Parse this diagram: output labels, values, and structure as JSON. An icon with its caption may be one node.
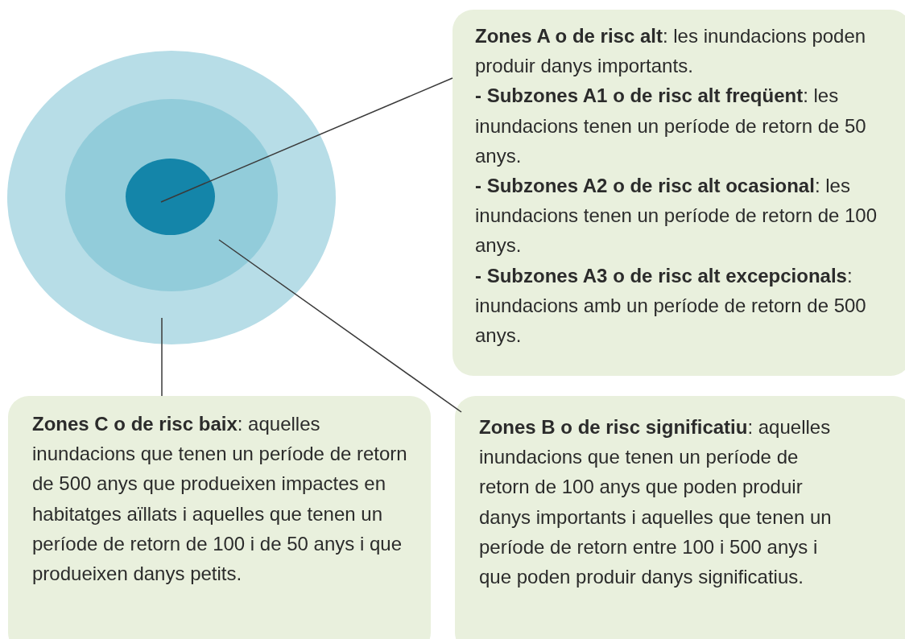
{
  "diagram": {
    "nodes": [
      {
        "text": [],
        "shape": "circle"
      },
      {
        "text": [],
        "shape": "circle",
        "in": 0
      },
      {
        "text": [],
        "shape": "circle",
        "in": 1
      },
      {
        "text": [
          "**Zones A o de risc alt**: les inundacions poden produir danys importants.",
          "**- Subzones A1 o de risc alt freqüent**: les inundacions tenen un període de retorn de 50 anys.",
          "**- Subzones A2 o de risc alt ocasional**: les inundacions tenen un període de retorn de 100 anys.",
          "**- Subzones A3 o de risc alt excepcionals**: inundacions amb un període de retorn de 500 anys."
        ]
      },
      {
        "text": [
          "**Zones C o de risc baix**: aquelles inundacions que tenen un període de retorn de 500 anys que produeixen impactes en habitatges aïllats i aquelles que tenen un període de retorn de 100 i de 50 anys i que produeixen danys petits."
        ]
      },
      {
        "text": [
          "**Zones B o de risc significatiu**: aquelles inundacions que tenen un període de retorn de 100 anys que poden produir danys importants i aquelles que tenen un període de retorn entre 100 i 500 anys i que poden produir danys significatius."
        ]
      }
    ],
    "edges": [
      {
        "from": 3,
        "to": 2,
        "arrow": "none"
      },
      {
        "from": 4,
        "to": 0,
        "arrow": "none"
      },
      {
        "from": 5,
        "to": 1,
        "arrow": "none"
      }
    ]
  }
}
